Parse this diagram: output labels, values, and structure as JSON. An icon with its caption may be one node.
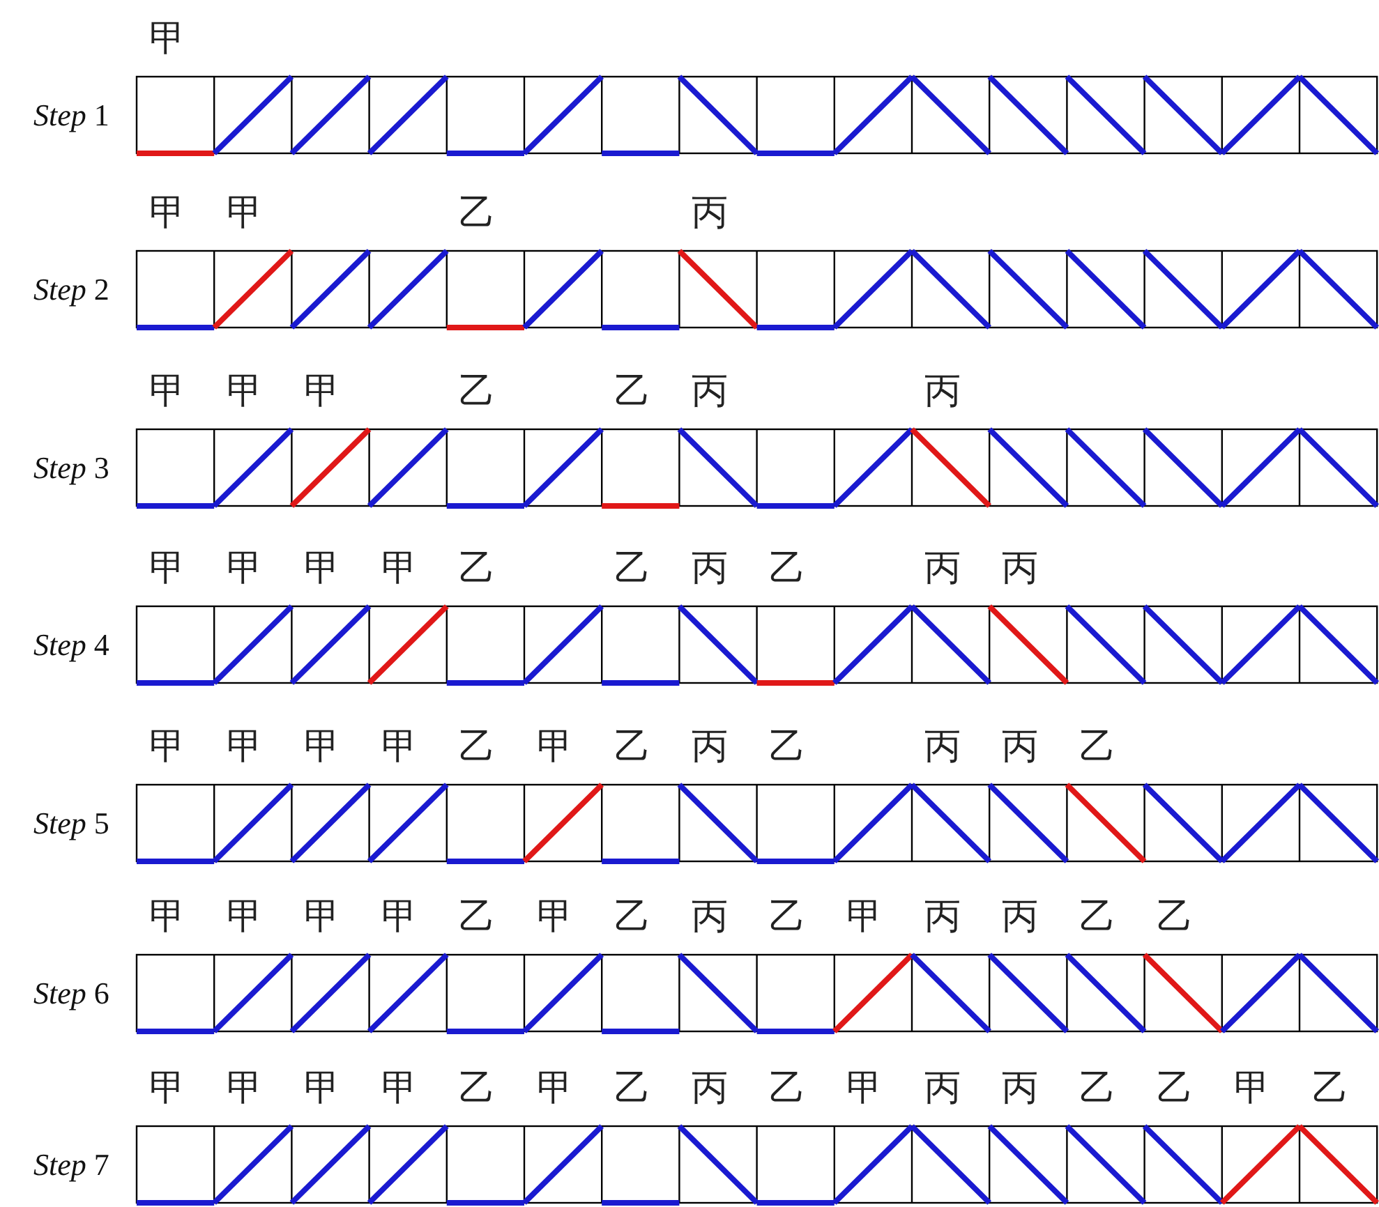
{
  "diagram": {
    "labels": [
      "甲",
      "*Step* 1",
      "甲",
      "甲",
      "乙",
      "丙",
      "*Step* 2",
      "甲",
      "甲",
      "甲",
      "乙",
      "乙",
      "丙",
      "丙",
      "*Step* 3",
      "甲",
      "甲",
      "甲",
      "甲",
      "乙",
      "乙",
      "丙",
      "乙",
      "丙",
      "丙",
      "*Step* 4",
      "甲",
      "甲",
      "甲",
      "甲",
      "乙",
      "甲",
      "乙",
      "丙",
      "乙",
      "丙",
      "丙",
      "乙",
      "*Step* 5",
      "甲",
      "甲",
      "甲",
      "甲",
      "乙",
      "甲",
      "乙",
      "丙",
      "乙",
      "甲",
      "丙",
      "丙",
      "乙",
      "乙",
      "*Step* 6",
      "甲",
      "甲",
      "甲",
      "甲",
      "乙",
      "甲",
      "乙",
      "丙",
      "乙",
      "甲",
      "丙",
      "丙",
      "乙",
      "乙",
      "甲",
      "乙",
      "*Step* 7"
    ]
  }
}
